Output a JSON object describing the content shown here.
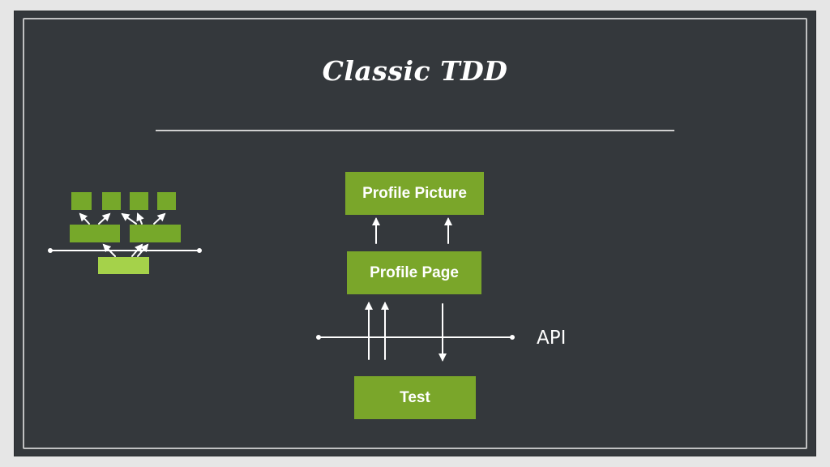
{
  "slide": {
    "title": "Classic TDD"
  },
  "diagram": {
    "profile_picture_label": "Profile Picture",
    "profile_page_label": "Profile Page",
    "test_label": "Test",
    "api_label": "API"
  },
  "colors": {
    "background": "#34383c",
    "box_green": "#7aa62a",
    "light_green": "#a5d24a",
    "line": "#ffffff"
  }
}
